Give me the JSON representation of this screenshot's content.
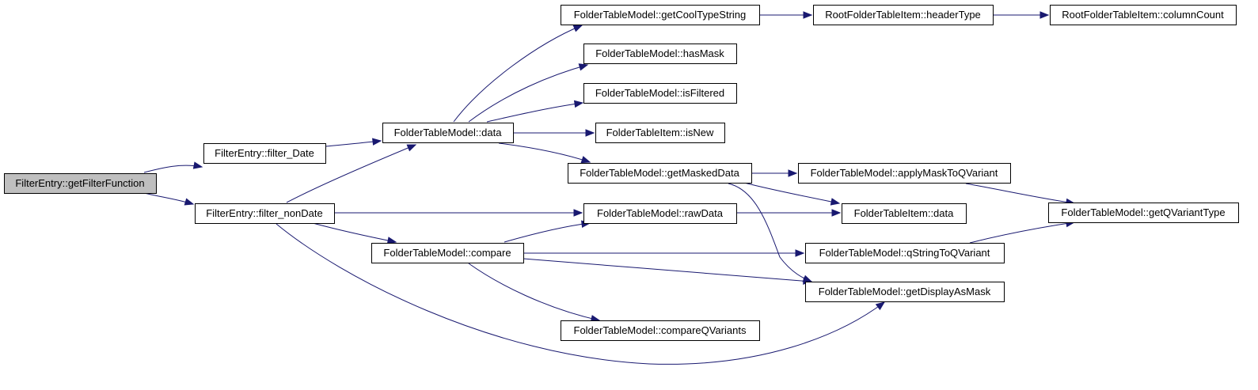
{
  "graph": {
    "edge_color": "#191970",
    "root_fill": "#bfbfbf",
    "nodes": [
      {
        "id": "getFilterFunction",
        "label": "FilterEntry::getFilterFunction",
        "root": true
      },
      {
        "id": "filter_Date",
        "label": "FilterEntry::filter_Date"
      },
      {
        "id": "filter_nonDate",
        "label": "FilterEntry::filter_nonDate"
      },
      {
        "id": "ftm_data",
        "label": "FolderTableModel::data"
      },
      {
        "id": "compare",
        "label": "FolderTableModel::compare"
      },
      {
        "id": "getCoolTypeString",
        "label": "FolderTableModel::getCoolTypeString"
      },
      {
        "id": "hasMask",
        "label": "FolderTableModel::hasMask"
      },
      {
        "id": "isFiltered",
        "label": "FolderTableModel::isFiltered"
      },
      {
        "id": "isNew",
        "label": "FolderTableItem::isNew"
      },
      {
        "id": "getMaskedData",
        "label": "FolderTableModel::getMaskedData"
      },
      {
        "id": "rawData",
        "label": "FolderTableModel::rawData"
      },
      {
        "id": "compareQVariants",
        "label": "FolderTableModel::compareQVariants"
      },
      {
        "id": "headerType",
        "label": "RootFolderTableItem::headerType"
      },
      {
        "id": "applyMaskToQVariant",
        "label": "FolderTableModel::applyMaskToQVariant"
      },
      {
        "id": "fti_data",
        "label": "FolderTableItem::data"
      },
      {
        "id": "qStringToQVariant",
        "label": "FolderTableModel::qStringToQVariant"
      },
      {
        "id": "getDisplayAsMask",
        "label": "FolderTableModel::getDisplayAsMask"
      },
      {
        "id": "columnCount",
        "label": "RootFolderTableItem::columnCount"
      },
      {
        "id": "getQVariantType",
        "label": "FolderTableModel::getQVariantType"
      }
    ],
    "edges": [
      {
        "from": "getFilterFunction",
        "to": "filter_Date"
      },
      {
        "from": "getFilterFunction",
        "to": "filter_nonDate"
      },
      {
        "from": "filter_Date",
        "to": "ftm_data"
      },
      {
        "from": "filter_nonDate",
        "to": "ftm_data"
      },
      {
        "from": "filter_nonDate",
        "to": "rawData"
      },
      {
        "from": "filter_nonDate",
        "to": "compare"
      },
      {
        "from": "filter_nonDate",
        "to": "getDisplayAsMask"
      },
      {
        "from": "ftm_data",
        "to": "getCoolTypeString"
      },
      {
        "from": "ftm_data",
        "to": "hasMask"
      },
      {
        "from": "ftm_data",
        "to": "isFiltered"
      },
      {
        "from": "ftm_data",
        "to": "isNew"
      },
      {
        "from": "ftm_data",
        "to": "getMaskedData"
      },
      {
        "from": "getCoolTypeString",
        "to": "headerType"
      },
      {
        "from": "headerType",
        "to": "columnCount"
      },
      {
        "from": "getMaskedData",
        "to": "applyMaskToQVariant"
      },
      {
        "from": "getMaskedData",
        "to": "fti_data"
      },
      {
        "from": "getMaskedData",
        "to": "getDisplayAsMask"
      },
      {
        "from": "applyMaskToQVariant",
        "to": "getQVariantType"
      },
      {
        "from": "rawData",
        "to": "fti_data"
      },
      {
        "from": "compare",
        "to": "rawData"
      },
      {
        "from": "compare",
        "to": "qStringToQVariant"
      },
      {
        "from": "compare",
        "to": "getDisplayAsMask"
      },
      {
        "from": "compare",
        "to": "compareQVariants"
      },
      {
        "from": "qStringToQVariant",
        "to": "getQVariantType"
      }
    ]
  }
}
